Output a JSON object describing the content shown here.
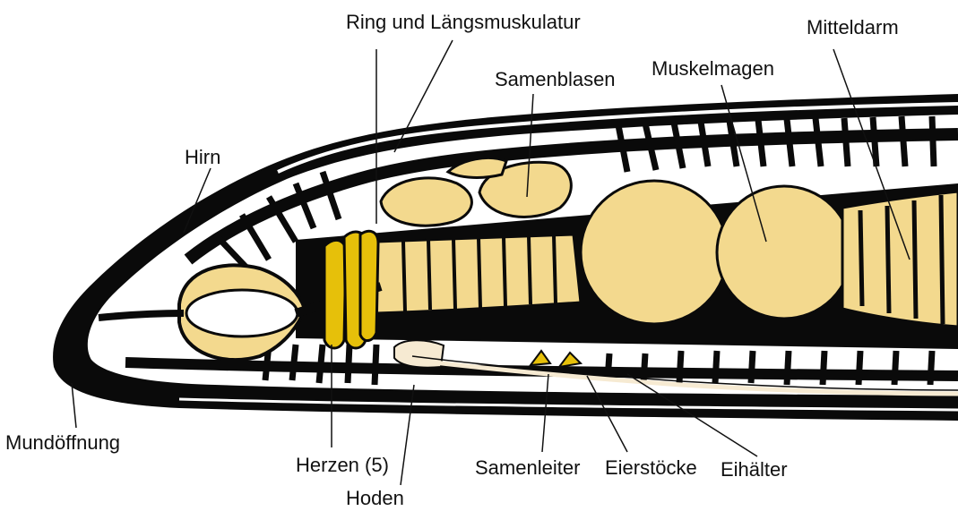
{
  "labels": {
    "ring_muscle": "Ring und Längsmuskulatur",
    "midgut": "Mitteldarm",
    "seminal_vesicles": "Samenblasen",
    "gizzard": "Muskelmagen",
    "brain": "Hirn",
    "mouth": "Mundöffnung",
    "hearts": "Herzen (5)",
    "testes": "Hoden",
    "sperm_duct": "Samenleiter",
    "ovaries": "Eierstöcke",
    "egg_sac": "Eihälter"
  },
  "colors": {
    "outline": "#0a0a0a",
    "organ_fill": "#f3d98e",
    "heart_fill": "#e6c00a",
    "duct_fill": "#f6ead2",
    "background": "#ffffff"
  }
}
